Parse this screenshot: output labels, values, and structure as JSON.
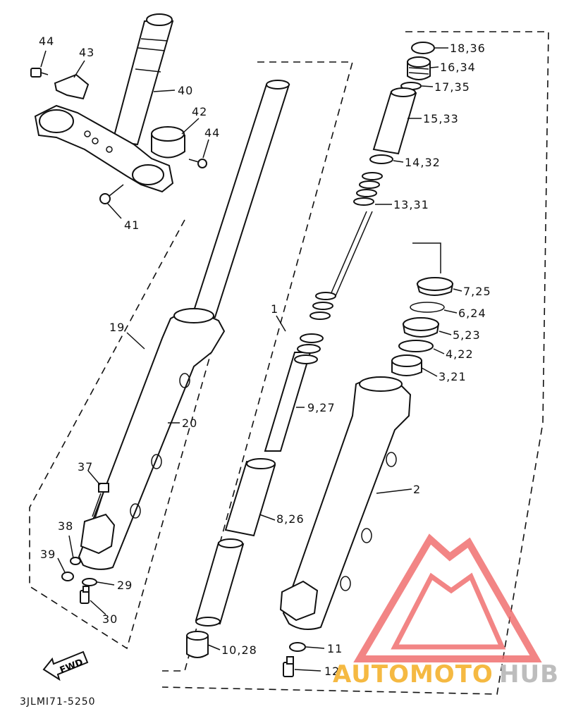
{
  "diagram": {
    "callouts": [
      {
        "id": "c44a",
        "text": "44"
      },
      {
        "id": "c43",
        "text": "43"
      },
      {
        "id": "c40",
        "text": "40"
      },
      {
        "id": "c42",
        "text": "42"
      },
      {
        "id": "c44b",
        "text": "44"
      },
      {
        "id": "c41",
        "text": "41"
      },
      {
        "id": "c19",
        "text": "19"
      },
      {
        "id": "c20",
        "text": "20"
      },
      {
        "id": "c37",
        "text": "37"
      },
      {
        "id": "c38",
        "text": "38"
      },
      {
        "id": "c39",
        "text": "39"
      },
      {
        "id": "c29",
        "text": "29"
      },
      {
        "id": "c30",
        "text": "30"
      },
      {
        "id": "c1",
        "text": "1"
      },
      {
        "id": "c927",
        "text": "9,27"
      },
      {
        "id": "c826",
        "text": "8,26"
      },
      {
        "id": "c1028",
        "text": "10,28"
      },
      {
        "id": "c2",
        "text": "2"
      },
      {
        "id": "c11",
        "text": "11"
      },
      {
        "id": "c12",
        "text": "12"
      },
      {
        "id": "c1836",
        "text": "18,36"
      },
      {
        "id": "c1634",
        "text": "16,34"
      },
      {
        "id": "c1735",
        "text": "17,35"
      },
      {
        "id": "c1533",
        "text": "15,33"
      },
      {
        "id": "c1432",
        "text": "14,32"
      },
      {
        "id": "c1331",
        "text": "13,31"
      },
      {
        "id": "c725",
        "text": "7,25"
      },
      {
        "id": "c624",
        "text": "6,24"
      },
      {
        "id": "c523",
        "text": "5,23"
      },
      {
        "id": "c422",
        "text": "4,22"
      },
      {
        "id": "c321",
        "text": "3,21"
      }
    ],
    "fwd_label": "FWD",
    "drawing_code": "3JLMI71-5250"
  },
  "watermark": {
    "word_part1": "AUTOMOTO",
    "word_part2": "HUB",
    "color_part1": "#f5b942",
    "color_part2": "#bdbdbd",
    "logo_color": "#f07070"
  }
}
